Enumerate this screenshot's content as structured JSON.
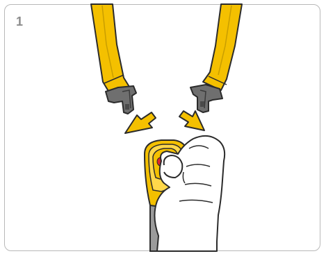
{
  "step": {
    "number": "1"
  },
  "colors": {
    "strap_yellow": "#f4c000",
    "strap_outline": "#2b2b2b",
    "buckle_gray": "#6f6f6f",
    "arrow_yellow": "#f4c000",
    "release_red": "#e3242b",
    "frame_border": "#b8b8b8",
    "step_number": "#8c8c8c"
  },
  "icons": {
    "left_strap": "left-shoulder-strap",
    "right_strap": "right-shoulder-strap",
    "left_buckle_tongue": "left-buckle-tongue",
    "right_buckle_tongue": "right-buckle-tongue",
    "release_arrows": "upward-release-arrows",
    "buckle_release": "buckle-release-button",
    "hand": "hand-pressing-button",
    "crotch_strap": "crotch-strap"
  }
}
